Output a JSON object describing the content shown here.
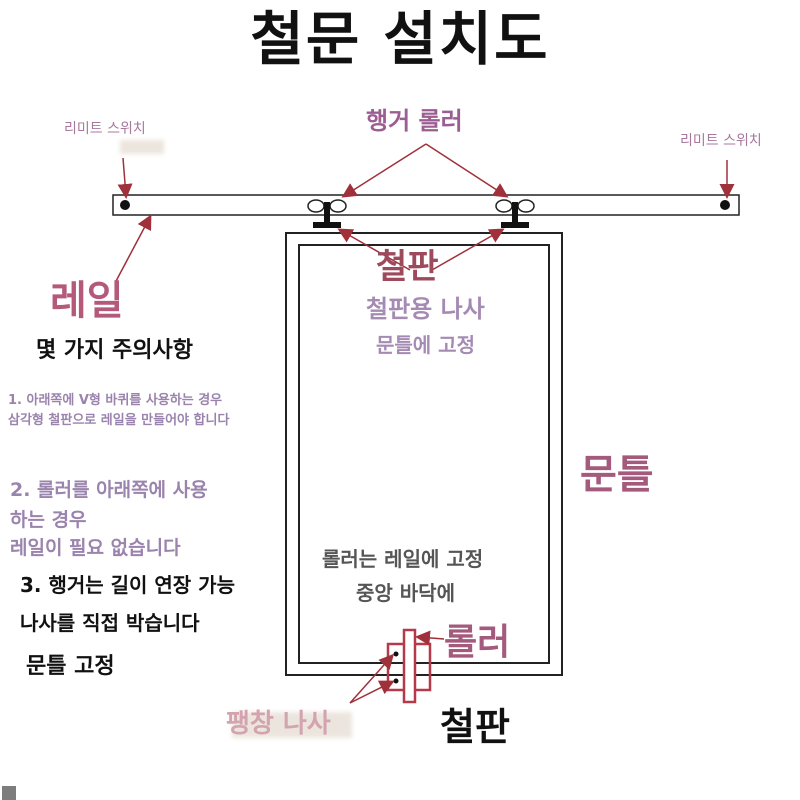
{
  "title": "철문 설치도",
  "labels": {
    "limit_switch_left": "리미트 스위치",
    "limit_switch_right": "리미트 스위치",
    "hanger_roller": "행거 롤러",
    "rail": "레일",
    "steel_plate_top": "철판",
    "steel_plate_screw": "철판용 나사",
    "frame_fix": "문틀에 고정",
    "door_frame": "문틀",
    "roller_fixed_line1": "롤러는 레일에 고정",
    "roller_fixed_line2": "중앙 바닥에",
    "roller_bottom": "롤러",
    "expansion_screw": "팽창 나사",
    "steel_plate_bottom": "철판"
  },
  "notes": {
    "heading": "몇 가지 주의사항",
    "note1_line1": "1. 아래쪽에 V형 바퀴를 사용하는 경우",
    "note1_line2": "삼각형 철판으로 레일을 만들어야 합니다",
    "note2_line1": "2. 롤러를 아래쪽에 사용",
    "note2_line2": "하는 경우",
    "note2_line3": "레일이 필요 없습니다",
    "note3_line1": "3. 행거는 길이 연장 가능",
    "note3_line2": "나사를 직접 박습니다",
    "note3_line3": "문틀 고정"
  },
  "colors": {
    "arrow": "#a0303a",
    "outline": "#222222",
    "bracket": "#b43a4a",
    "title": "#111111"
  }
}
